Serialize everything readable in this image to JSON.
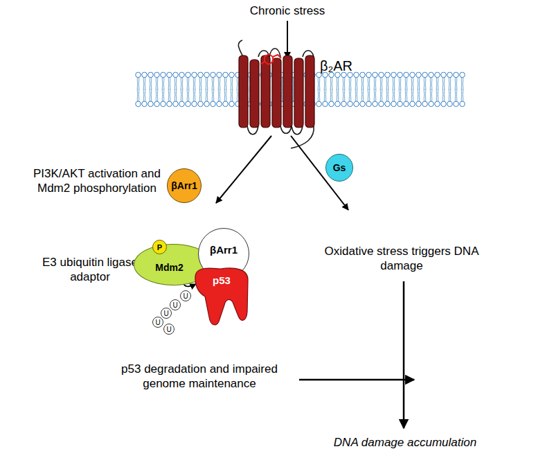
{
  "diagram": {
    "nodes": [
      {
        "text": [
          "βArr1"
        ]
      },
      {
        "text": [
          "Gs"
        ]
      },
      {
        "text": [
          "Mdm2"
        ]
      },
      {
        "text": [
          "P"
        ]
      },
      {
        "text": [
          "βArr1"
        ]
      },
      {
        "text": [
          "p53"
        ]
      },
      {
        "text": [
          "U"
        ]
      },
      {
        "text": [
          "U"
        ]
      },
      {
        "text": [
          "U"
        ]
      },
      {
        "text": [
          "U"
        ]
      },
      {
        "text": [
          "U"
        ]
      }
    ],
    "edges": [
      {
        "from": 2,
        "to": 5,
        "arrow": "to"
      }
    ],
    "labels": [
      "Chronic stress",
      "β₂AR",
      "PI3K/AKT activation and Mdm2 phosphorylation",
      "E3 ubiquitin ligase adaptor",
      "Oxidative stress triggers DNA damage",
      "p53 degradation and impaired genome maintenance",
      "DNA damage accumulation"
    ]
  }
}
